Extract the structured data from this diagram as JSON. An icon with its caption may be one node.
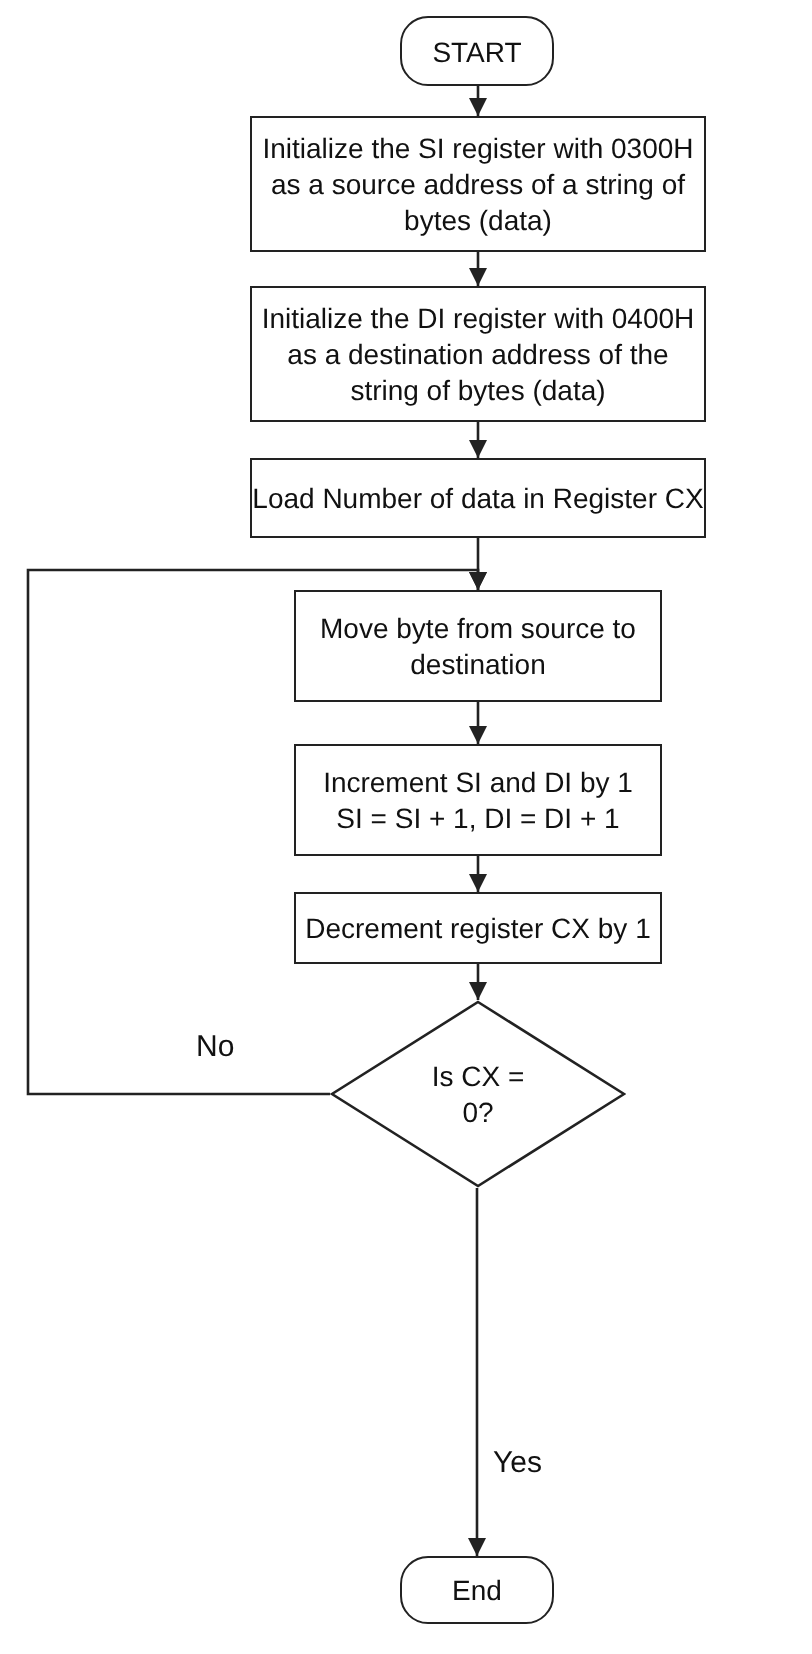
{
  "diagram": {
    "nodes": [
      {
        "text": [
          "START"
        ]
      },
      {
        "text": [
          "Initialize the SI register with 0300H as a source address of a string of bytes (data)"
        ]
      },
      {
        "text": [
          "Initialize the DI register with 0400H as a destination address of the string of bytes (data)"
        ]
      },
      {
        "text": [
          "Load Number of data in Register CX"
        ]
      },
      {
        "text": [
          "Move byte from source to destination"
        ]
      },
      {
        "text": [
          "Increment SI and DI by 1",
          "SI = SI + 1, DI = DI + 1"
        ]
      },
      {
        "text": [
          "Decrement register CX by 1"
        ]
      },
      {
        "text": [
          "Is CX = 0?"
        ]
      },
      {
        "text": [
          "End"
        ]
      }
    ],
    "edges": [
      {
        "from": 0,
        "to": 1,
        "arrow": "to"
      },
      {
        "from": 1,
        "to": 2,
        "arrow": "to"
      },
      {
        "from": 2,
        "to": 3,
        "arrow": "to"
      },
      {
        "from": 3,
        "to": 4,
        "arrow": "to"
      },
      {
        "from": 4,
        "to": 5,
        "arrow": "to"
      },
      {
        "from": 5,
        "to": 6,
        "arrow": "to"
      },
      {
        "from": 6,
        "to": 7,
        "arrow": "to"
      },
      {
        "from": 7,
        "to": 8,
        "label": "Yes",
        "arrow": "to"
      },
      {
        "from": 7,
        "to": 4,
        "label": "No",
        "arrow": "to"
      }
    ]
  }
}
